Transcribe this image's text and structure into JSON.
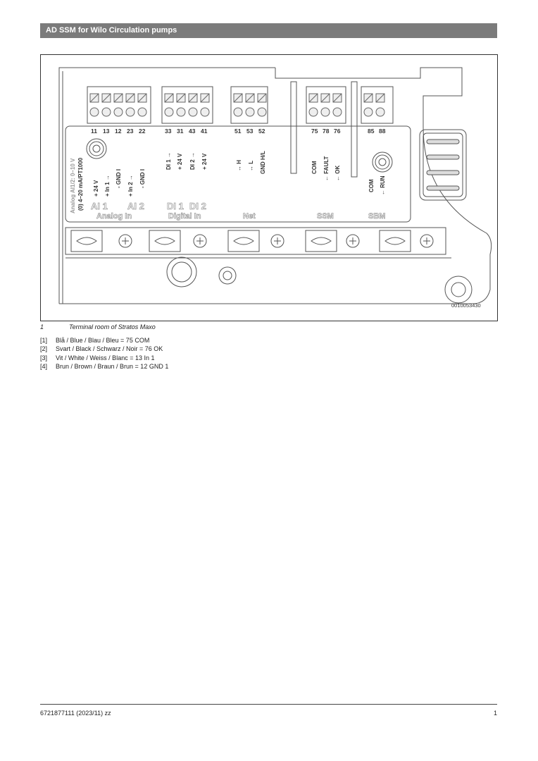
{
  "header": {
    "title": "AD SSM for Wilo Circulation pumps"
  },
  "figure": {
    "image_id": "0010053430",
    "side_label_1": "Analog AI1/2: 0–10 V",
    "side_label_2": "(0) 4–20 mA/PT1000",
    "terminals": {
      "analog": [
        "11",
        "13",
        "12",
        "23",
        "22"
      ],
      "digital": [
        "33",
        "31",
        "43",
        "41"
      ],
      "net": [
        "51",
        "53",
        "52"
      ],
      "ssm": [
        "75",
        "78",
        "76"
      ],
      "sbm": [
        "85",
        "88"
      ]
    },
    "pin_labels": {
      "p24v": "+ 24 V",
      "in1": "+ In 1 →",
      "gnd1": "- GND I",
      "in2": "+ In 2 →",
      "gnd2": "- GND I",
      "di1": "DI 1 →",
      "di1v": "+ 24 V",
      "di2": "DI 2 →",
      "di2v": "+ 24 V",
      "h": "↔ H",
      "l": "↔ L",
      "gndhl": "GND H/L",
      "com": "COM",
      "fault": "← FAULT",
      "ok": "← OK",
      "sbmcom": "COM",
      "run": "← RUN"
    },
    "groups": {
      "ai1": "AI 1",
      "ai2": "AI 2",
      "analog_in": "Analog In",
      "di1": "DI 1",
      "di2": "DI 2",
      "digital_in": "Digital In",
      "net": "Net",
      "ssm": "SSM",
      "sbm": "SBM"
    }
  },
  "caption": {
    "number": "1",
    "text": "Terminal room of Stratos Maxo"
  },
  "legend": [
    {
      "key": "[1]",
      "text": "Blå / Blue / Blau / Bleu = 75 COM"
    },
    {
      "key": "[2]",
      "text": "Svart / Black / Schwarz / Noir = 76 OK"
    },
    {
      "key": "[3]",
      "text": "Vit / White / Weiss / Blanc = 13 In 1"
    },
    {
      "key": "[4]",
      "text": "Brun / Brown / Braun / Brun = 12 GND 1"
    }
  ],
  "footer": {
    "doc": "6721877111 (2023/11) zz",
    "page": "1"
  }
}
